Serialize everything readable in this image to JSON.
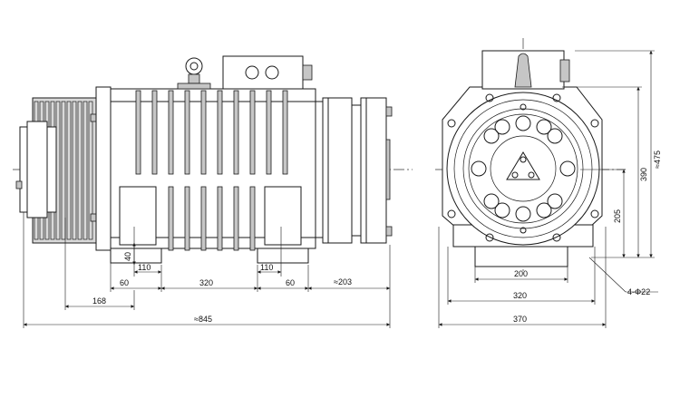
{
  "front_view": {
    "dims": {
      "d40": "40",
      "d110_left": "110",
      "d60_left": "60",
      "d320": "320",
      "d110_right": "110",
      "d60_right": "60",
      "d203": "≈203",
      "d168": "168",
      "d845": "≈845"
    }
  },
  "side_view": {
    "dims": {
      "d475": "≈475",
      "d390": "390",
      "d205": "205",
      "d200": "200",
      "d320": "320",
      "d370": "370",
      "holes": "4-Φ22"
    }
  }
}
